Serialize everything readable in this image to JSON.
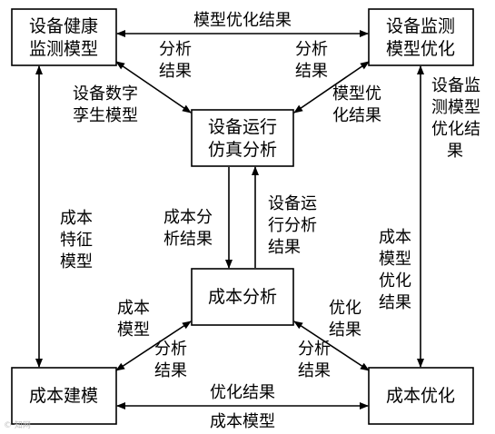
{
  "nodes": {
    "health_model": {
      "line1": "设备健康",
      "line2": "监测模型"
    },
    "monitor_opt": {
      "line1": "设备监测",
      "line2": "模型优化"
    },
    "sim_analysis": {
      "line1": "设备运行",
      "line2": "仿真分析"
    },
    "cost_analysis": {
      "label": "成本分析"
    },
    "cost_modeling": {
      "label": "成本建模"
    },
    "cost_opt": {
      "label": "成本优化"
    }
  },
  "edges": {
    "top_label": "模型优化结果",
    "health_to_sim_left": [
      "设备数字",
      "孪生模型"
    ],
    "health_to_sim_right": [
      "分析",
      "结果"
    ],
    "monitor_to_sim_left": [
      "分析",
      "结果"
    ],
    "monitor_to_sim_right": [
      "模型优",
      "化结果"
    ],
    "monitor_right": [
      "设备监",
      "测模型",
      "优化结",
      "果"
    ],
    "left_vertical": [
      "成本",
      "特征",
      "模型"
    ],
    "sim_to_cost_left": [
      "成本分",
      "析结果"
    ],
    "cost_to_sim_right": [
      "设备运",
      "行分析",
      "结果"
    ],
    "right_vertical": [
      "成本",
      "模型",
      "优化",
      "结果"
    ],
    "modeling_to_cost_top": [
      "成本",
      "模型"
    ],
    "modeling_to_cost_bottom": [
      "分析",
      "结果"
    ],
    "costopt_to_cost_top": [
      "优化",
      "结果"
    ],
    "costopt_to_cost_bottom": [
      "分析",
      "结果"
    ],
    "bottom_upper": "优化结果",
    "bottom_lower": "成本模型"
  },
  "watermark": "© 知网"
}
